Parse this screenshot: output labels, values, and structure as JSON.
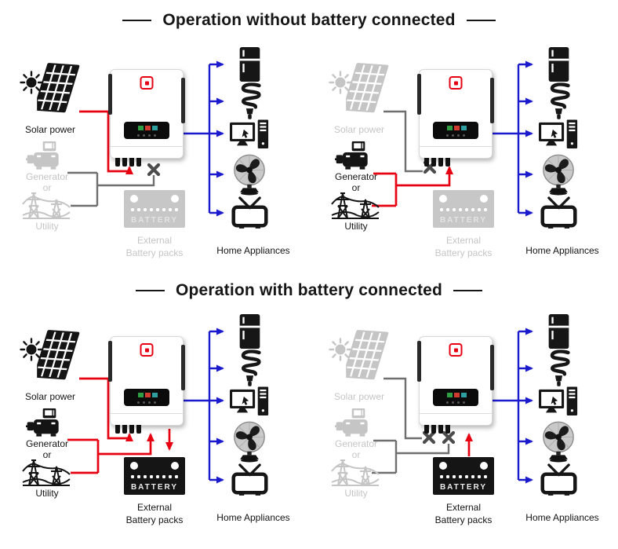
{
  "colors": {
    "active_flow_red": "#e60012",
    "output_flow_blue": "#1b1bcd",
    "inactive_gray": "#c5c5c5",
    "wire_gray": "#6f6f6f",
    "x_mark_gray": "#4c4c4c",
    "inverter_logo_red": "#e60012",
    "active_black": "#141414"
  },
  "icons": {
    "sources": [
      "sun-icon",
      "solar-panel-icon",
      "generator-icon",
      "utility-tower-icon"
    ],
    "inverter": "inverter-unit",
    "battery": "battery-pack",
    "appliances": [
      "refrigerator-icon",
      "cfl-bulb-icon",
      "desktop-computer-icon",
      "stand-fan-icon",
      "tv-icon"
    ]
  },
  "sections": [
    {
      "title": "Operation without battery connected",
      "diagrams": [
        {
          "labels": {
            "solar": "Solar power",
            "generator": "Generator",
            "or": "or",
            "utility": "Utility",
            "battery": "BATTERY",
            "external1": "External",
            "external2": "Battery packs",
            "appliances": "Home Appliances"
          },
          "state": {
            "solar_input": "active",
            "generator_utility_input": "inactive",
            "battery": "inactive",
            "battery_link": "crossed-out",
            "output_to_appliances": "active"
          }
        },
        {
          "labels": {
            "solar": "Solar power",
            "generator": "Generator",
            "or": "or",
            "utility": "Utility",
            "battery": "BATTERY",
            "external1": "External",
            "external2": "Battery packs",
            "appliances": "Home Appliances"
          },
          "state": {
            "solar_input": "crossed-out",
            "generator_utility_input": "active",
            "battery": "inactive",
            "battery_link": "none",
            "output_to_appliances": "active"
          }
        }
      ]
    },
    {
      "title": "Operation with battery connected",
      "diagrams": [
        {
          "labels": {
            "solar": "Solar power",
            "generator": "Generator",
            "or": "or",
            "utility": "Utility",
            "battery": "BATTERY",
            "external1": "External",
            "external2": "Battery packs",
            "appliances": "Home Appliances"
          },
          "state": {
            "solar_input": "active",
            "generator_utility_input": "active",
            "battery": "active",
            "battery_link": "charging-arrow-down",
            "output_to_appliances": "active"
          }
        },
        {
          "labels": {
            "solar": "Solar power",
            "generator": "Generator",
            "or": "or",
            "utility": "Utility",
            "battery": "BATTERY",
            "external1": "External",
            "external2": "Battery packs",
            "appliances": "Home Appliances"
          },
          "state": {
            "solar_input": "crossed-out",
            "generator_utility_input": "crossed-out",
            "battery": "active",
            "battery_link": "discharging-arrow-up",
            "output_to_appliances": "active"
          }
        }
      ]
    }
  ]
}
